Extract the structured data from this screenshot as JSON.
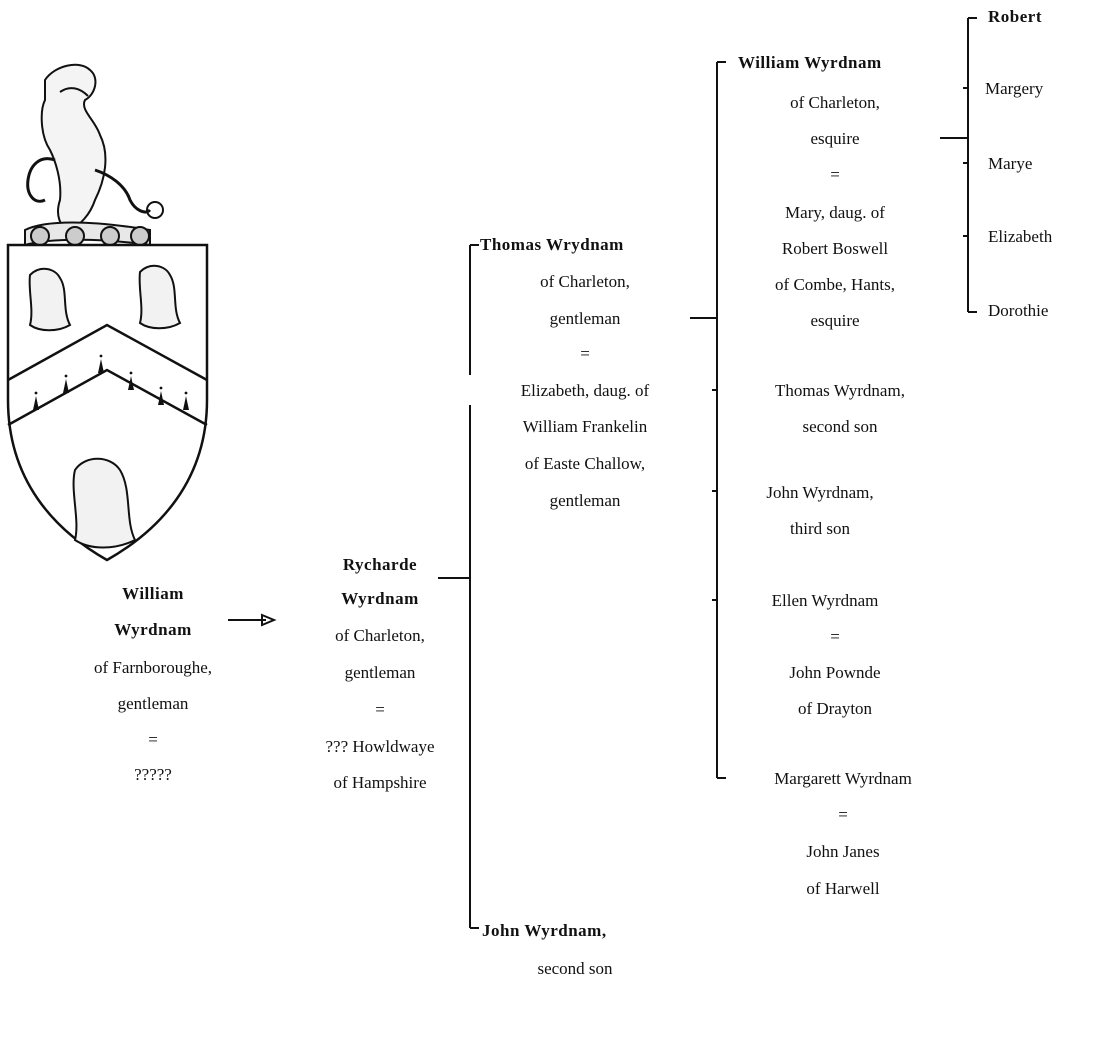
{
  "crest": {
    "icon": "heraldic-shield-icon"
  },
  "founder": {
    "name1": "William",
    "name2": "Wyrdnam",
    "place": "of Farnboroughe,",
    "rank": "gentleman",
    "eq": "=",
    "spouse": "?????"
  },
  "son": {
    "name1": "Rycharde",
    "name2": "Wyrdnam",
    "place": "of Charleton,",
    "rank": "gentleman",
    "eq": "=",
    "spouse1": "??? Howldwaye",
    "spouse2": "of Hampshire"
  },
  "gen3": {
    "thomas": {
      "name": "Thomas Wrydnam",
      "place": "of Charleton,",
      "rank": "gentleman",
      "eq": "=",
      "spouse1": "Elizabeth, daug. of",
      "spouse2": "William Frankelin",
      "spouse3": "of Easte Challow,",
      "spouse4": "gentleman"
    },
    "john": {
      "name": "John Wyrdnam,",
      "desc": "second son"
    }
  },
  "gen4": {
    "william": {
      "name": "William Wyrdnam",
      "place": "of Charleton,",
      "rank": "esquire",
      "eq": "=",
      "spouse1": "Mary, daug. of",
      "spouse2": "Robert Boswell",
      "spouse3": "of Combe, Hants,",
      "spouse4": "esquire"
    },
    "thomas": {
      "name": "Thomas Wyrdnam,",
      "desc": "second son"
    },
    "john": {
      "name": "John Wyrdnam,",
      "desc": "third son"
    },
    "ellen": {
      "name": "Ellen Wyrdnam",
      "eq": "=",
      "spouse1": "John Pownde",
      "spouse2": "of Drayton"
    },
    "margarett": {
      "name": "Margarett Wyrdnam",
      "eq": "=",
      "spouse1": "John Janes",
      "spouse2": "of Harwell"
    }
  },
  "gen5": [
    "Robert",
    "Margery",
    "Marye",
    "Elizabeth",
    "Dorothie"
  ]
}
